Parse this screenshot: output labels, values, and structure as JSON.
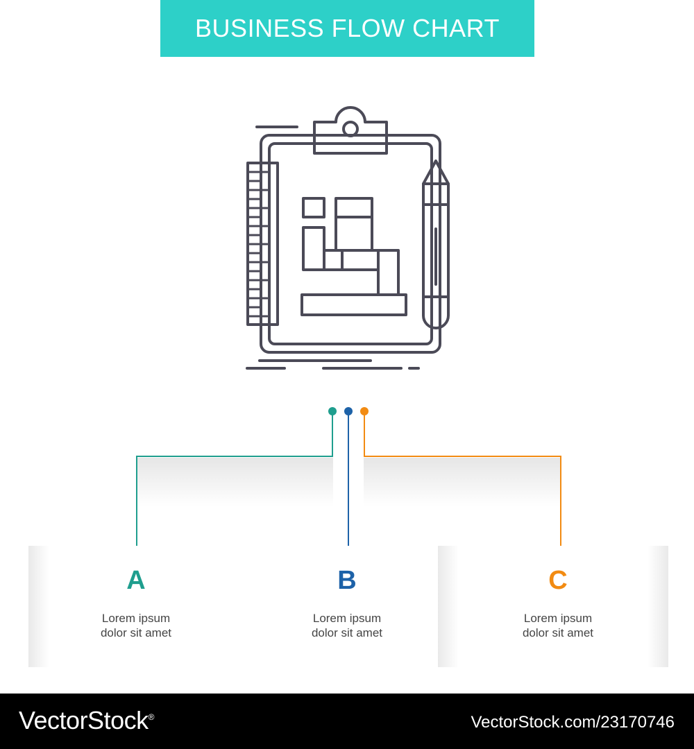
{
  "header": {
    "title": "BUSINESS FLOW CHART"
  },
  "colors": {
    "banner": "#2dd0c8",
    "branch_a": "#1f9e8e",
    "branch_b": "#1d62a8",
    "branch_c": "#f28b12",
    "icon_stroke": "#4b4a57"
  },
  "icon": {
    "name": "clipboard-algorithm-icon"
  },
  "steps": [
    {
      "letter": "A",
      "text_line1": "Lorem ipsum",
      "text_line2": "dolor sit amet"
    },
    {
      "letter": "B",
      "text_line1": "Lorem ipsum",
      "text_line2": "dolor sit amet"
    },
    {
      "letter": "C",
      "text_line1": "Lorem ipsum",
      "text_line2": "dolor sit amet"
    }
  ],
  "footer": {
    "brand": "VectorStock",
    "registered": "®",
    "image_id": "VectorStock.com/23170746"
  }
}
